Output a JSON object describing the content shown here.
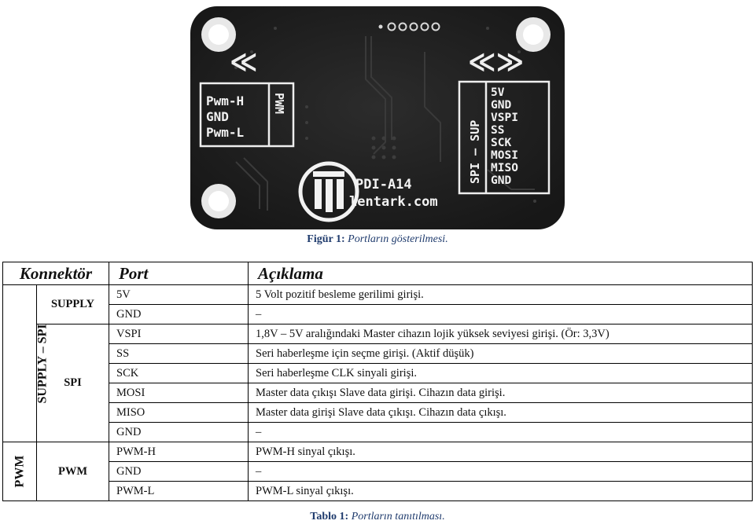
{
  "figure": {
    "caption_prefix": "Figür 1:",
    "caption_text": "Portların gösterilmesi.",
    "board": {
      "pwm_pins": [
        "Pwm-H",
        "GND",
        "Pwm-L"
      ],
      "pwm_label": "PWM",
      "spi_pins": [
        "5V",
        "GND",
        "VSPI",
        "SS",
        "SCK",
        "MOSI",
        "MISO",
        "GND"
      ],
      "spi_label": "SPI – SUP",
      "model": "PDI-A14",
      "site": "lentark.com",
      "left_arrows": "≪",
      "right_arrows": "≪≫"
    }
  },
  "table": {
    "headers": [
      "Konnektör",
      "Port",
      "Açıklama"
    ],
    "connector_supply_spi": "SUPPLY – SPI",
    "connector_pwm": "PWM",
    "group_supply": "SUPPLY",
    "group_spi": "SPI",
    "group_pwm": "PWM",
    "rows": [
      {
        "port": "5V",
        "desc": "5 Volt pozitif besleme gerilimi girişi."
      },
      {
        "port": "GND",
        "desc": "–"
      },
      {
        "port": "VSPI",
        "desc": "1,8V – 5V aralığındaki Master cihazın lojik yüksek seviyesi girişi. (Ör: 3,3V)"
      },
      {
        "port": "SS",
        "desc": "Seri haberleşme için seçme girişi. (Aktif düşük)"
      },
      {
        "port": "SCK",
        "desc": "Seri haberleşme CLK sinyali girişi."
      },
      {
        "port": "MOSI",
        "desc": "Master data çıkışı Slave data girişi. Cihazın data girişi."
      },
      {
        "port": "MISO",
        "desc": "Master data girişi Slave data çıkışı. Cihazın data çıkışı."
      },
      {
        "port": "GND",
        "desc": "–"
      },
      {
        "port": "PWM-H",
        "desc": "PWM-H sinyal çıkışı."
      },
      {
        "port": "GND",
        "desc": "–"
      },
      {
        "port": "PWM-L",
        "desc": "PWM-L sinyal çıkışı."
      }
    ],
    "caption_prefix": "Tablo 1:",
    "caption_text": "Portların tanıtılması."
  }
}
